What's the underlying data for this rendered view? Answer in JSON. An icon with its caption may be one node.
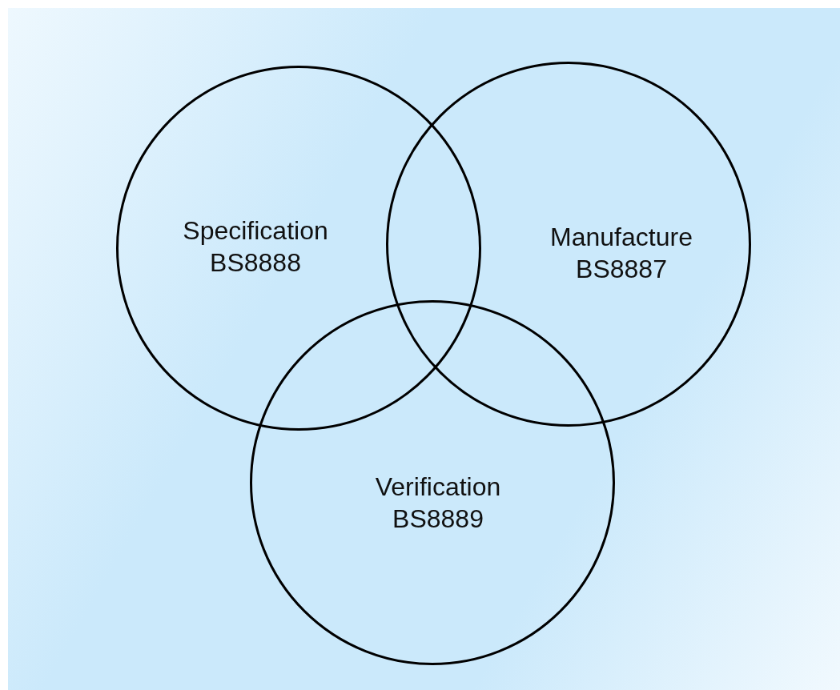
{
  "diagram": {
    "nodes": [
      {
        "text": [
          "Specification",
          "BS8888"
        ]
      },
      {
        "text": [
          "Manufacture",
          "BS8887"
        ]
      },
      {
        "text": [
          "Verification",
          "BS8889"
        ]
      }
    ],
    "edges": []
  }
}
